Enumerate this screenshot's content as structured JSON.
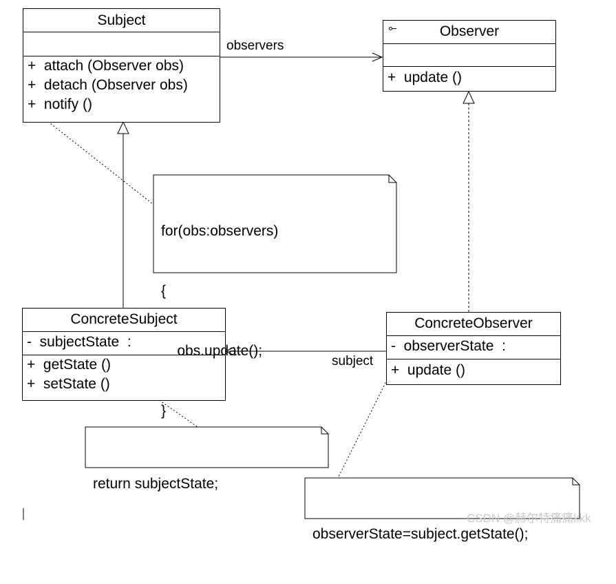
{
  "classes": {
    "subject": {
      "name": "Subject",
      "operations": [
        "+  attach (Observer obs)",
        "+  detach (Observer obs)",
        "+  notify ()"
      ]
    },
    "observer": {
      "name": "Observer",
      "operations": [
        "+  update ()"
      ]
    },
    "concrete_subject": {
      "name": "ConcreteSubject",
      "attributes": [
        "-  subjectState  :"
      ],
      "operations": [
        "+  getState ()",
        "+  setState ()"
      ]
    },
    "concrete_observer": {
      "name": "ConcreteObserver",
      "attributes": [
        "-  observerState  :"
      ],
      "operations": [
        "+  update ()"
      ]
    }
  },
  "associations": {
    "observers_label": "observers",
    "subject_label": "subject"
  },
  "notes": {
    "notify_note": [
      "for(obs:observers)",
      "{",
      "    obs.update();",
      "}"
    ],
    "getstate_note": [
      "return subjectState;"
    ],
    "update_note": [
      "observerState=subject.getState();"
    ]
  },
  "watermark": "CSDN @赫尔特痛痛kkk"
}
